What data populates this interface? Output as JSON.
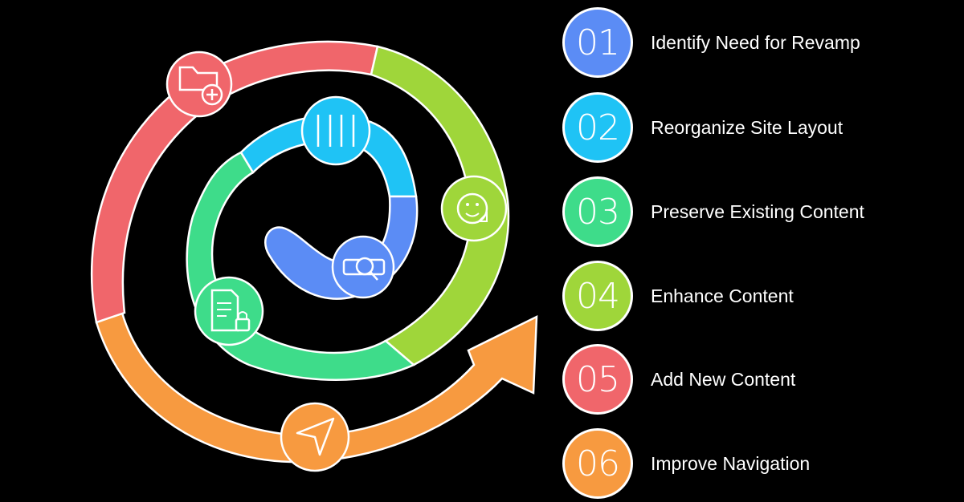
{
  "colors": {
    "blue": "#5b8cf5",
    "sky": "#1fc3f5",
    "green": "#3edc8a",
    "lime": "#9fd63a",
    "red": "#f0666b",
    "orange": "#f79a40",
    "background": "#000000",
    "outline": "#ffffff"
  },
  "icons": {
    "red": "folder-plus-icon",
    "lime": "smiley-sticker-icon",
    "sky": "columns-icon",
    "blue": "search-badge-icon",
    "green": "document-lock-icon",
    "orange": "send-arrow-icon"
  },
  "steps": [
    {
      "number": "01",
      "label": "Identify Need for Revamp",
      "color": "#5b8cf5"
    },
    {
      "number": "02",
      "label": "Reorganize Site Layout",
      "color": "#1fc3f5"
    },
    {
      "number": "03",
      "label": "Preserve Existing Content",
      "color": "#3edc8a"
    },
    {
      "number": "04",
      "label": "Enhance Content",
      "color": "#9fd63a"
    },
    {
      "number": "05",
      "label": "Add New Content",
      "color": "#f0666b"
    },
    {
      "number": "06",
      "label": "Improve Navigation",
      "color": "#f79a40"
    }
  ]
}
